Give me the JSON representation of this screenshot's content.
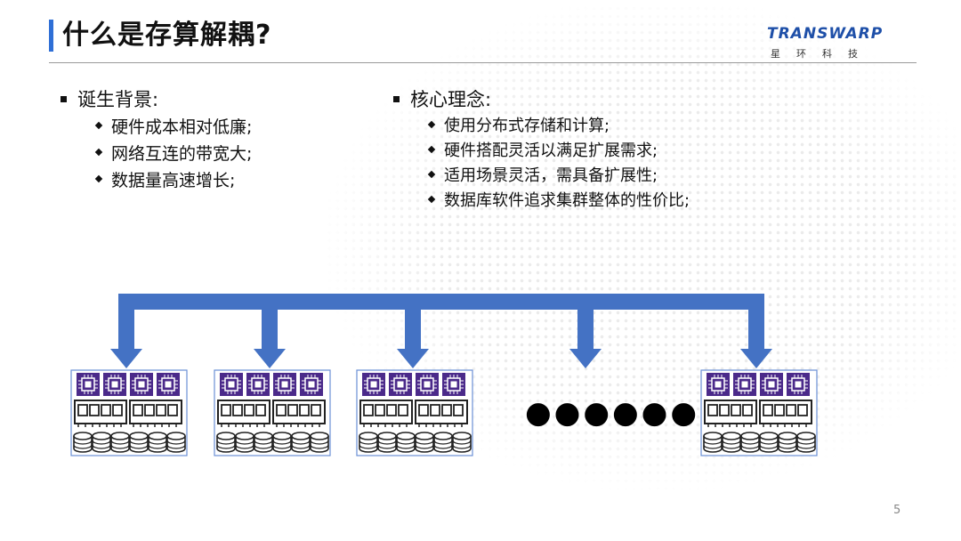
{
  "slide": {
    "title": "什么是存算解耦?",
    "page_number": "5"
  },
  "logo": {
    "wordmark": "TRANSWARP",
    "cn": "星环科技"
  },
  "left_section": {
    "heading": "诞生背景:",
    "items": [
      "硬件成本相对低廉;",
      "网络互连的带宽大;",
      "数据量高速增长;"
    ]
  },
  "right_section": {
    "heading": "核心理念:",
    "items": [
      "使用分布式存储和计算;",
      "硬件搭配灵活以满足扩展需求;",
      "适用场景灵活，需具备扩展性;",
      "数据库软件追求集群整体的性价比;"
    ]
  },
  "diagram": {
    "ellipsis": "●●●●●●",
    "colors": {
      "arrow": "#4472c4",
      "chip": "#4b2a8a",
      "server_border": "#6a8fd6"
    },
    "icons": [
      "cpu-chip-icon",
      "memory-module-icon",
      "disk-stack-icon"
    ],
    "server_count": 4
  }
}
